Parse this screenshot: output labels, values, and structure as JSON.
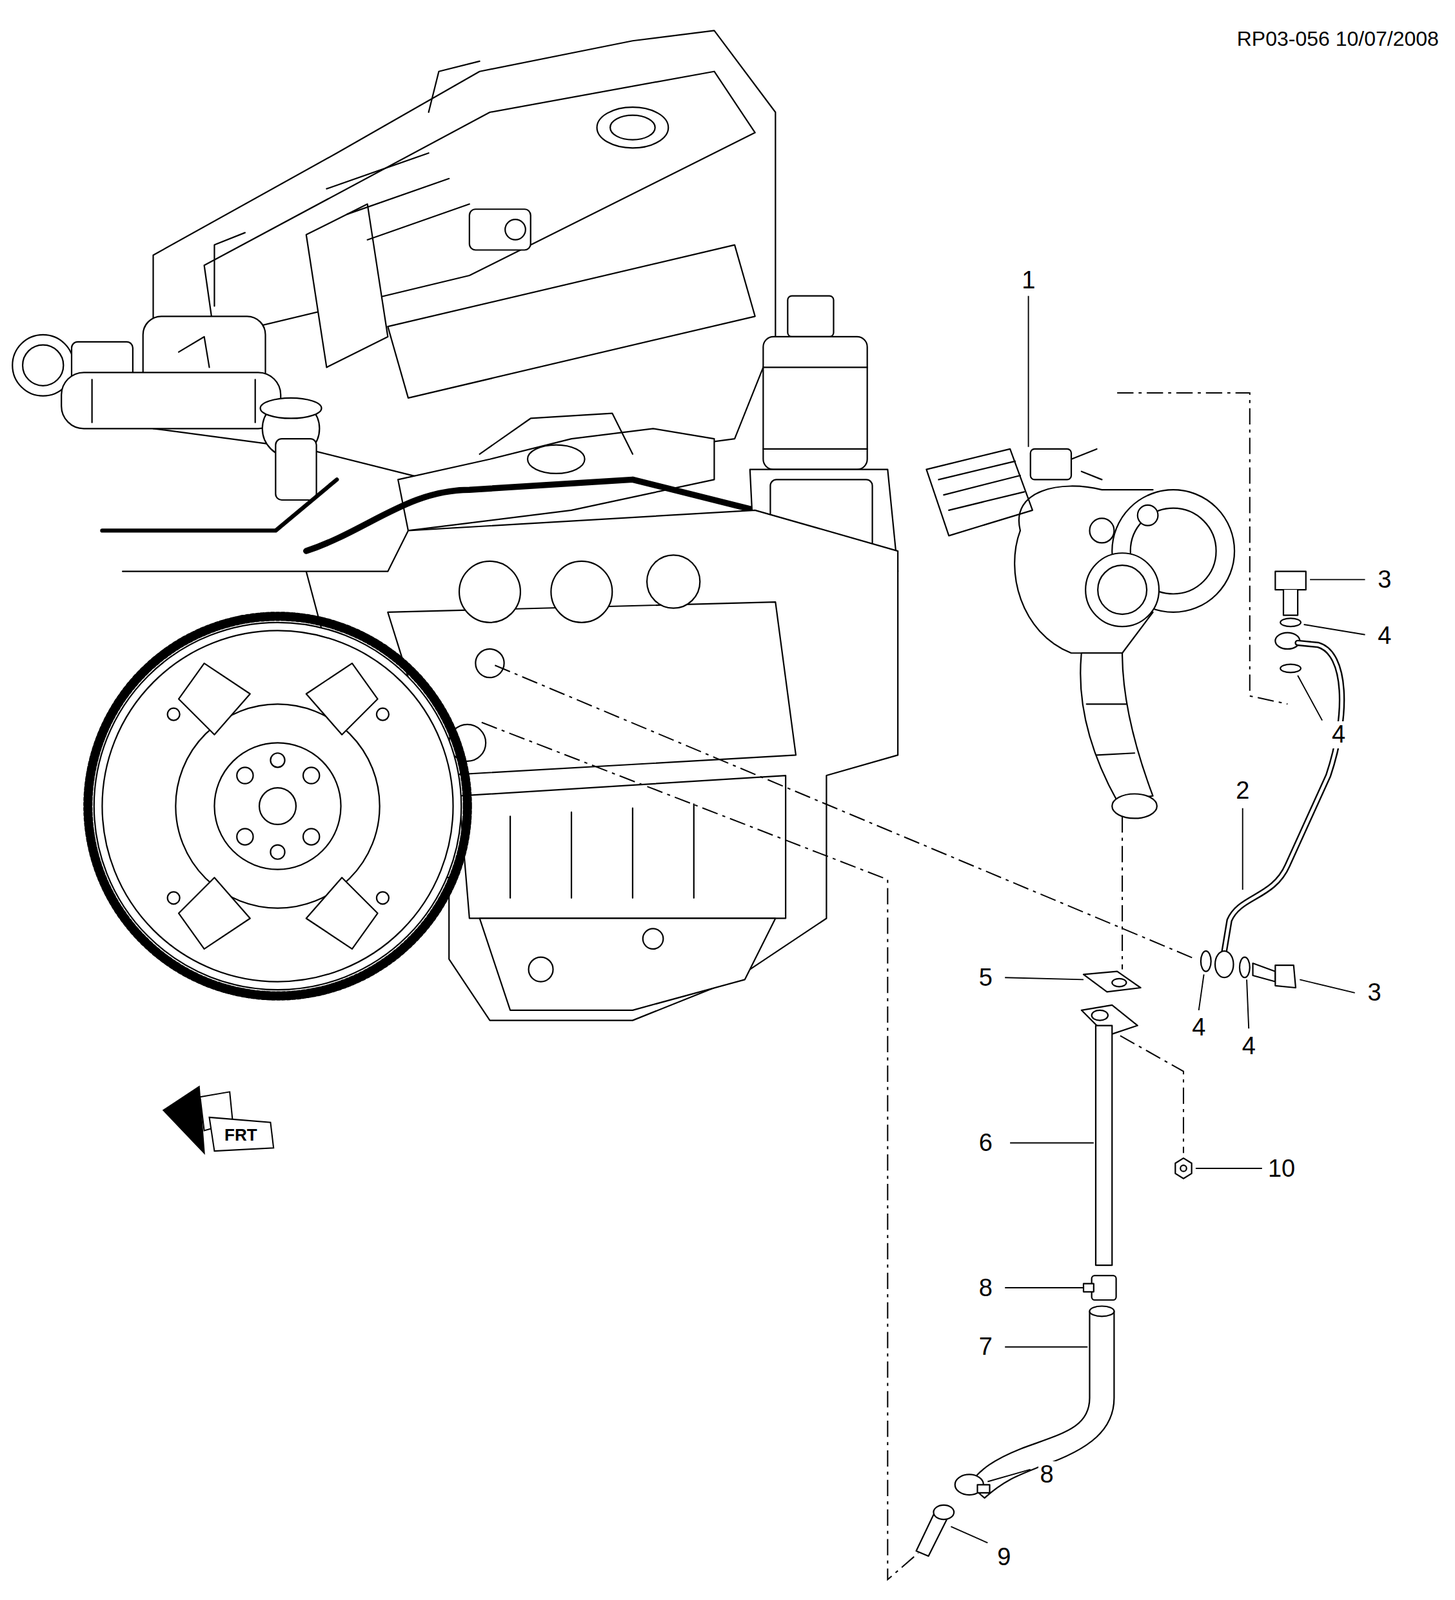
{
  "diagram": {
    "labels": [
      "RP03-056 10/07/2008",
      "1",
      "3",
      "4",
      "4",
      "2",
      "3",
      "4",
      "4",
      "5",
      "6",
      "10",
      "8",
      "7",
      "8",
      "9",
      "FRT"
    ]
  }
}
